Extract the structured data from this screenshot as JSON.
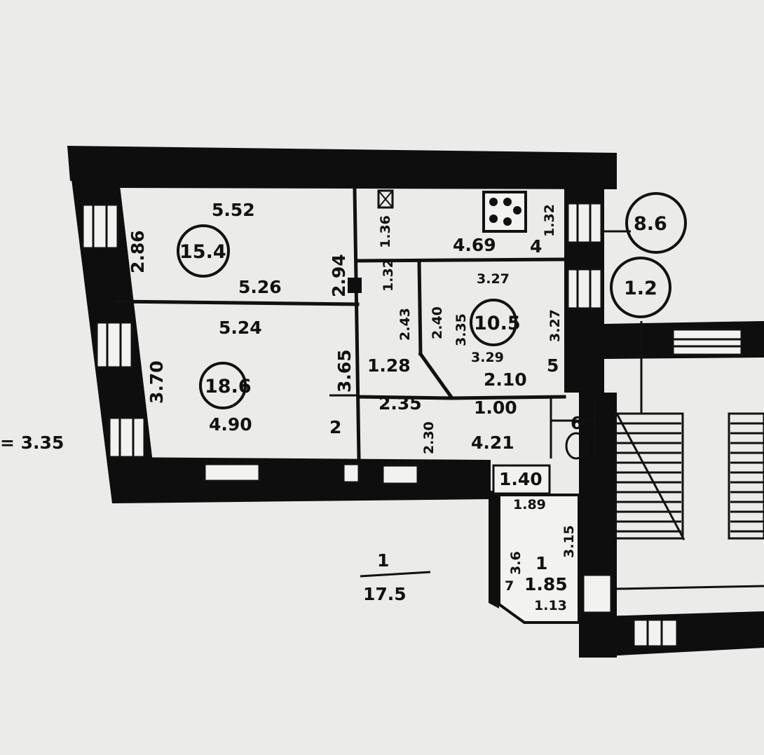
{
  "plan": {
    "total_label_top": "1",
    "total_label_bottom": "17.5",
    "height_label": "= 3.35"
  },
  "rooms": [
    {
      "id": "room-15-4",
      "area": "15.4",
      "dims": [
        "5.52",
        "5.26",
        "2.86",
        "2.94"
      ]
    },
    {
      "id": "room-18-6",
      "area": "18.6",
      "dims": [
        "5.24",
        "4.90",
        "3.70",
        "3.65"
      ]
    },
    {
      "id": "room-10-5",
      "area": "10.5",
      "dims": [
        "3.27",
        "3.29",
        "2.40",
        "3.35",
        "3.27",
        "2.10",
        "5"
      ]
    },
    {
      "id": "kitchen",
      "dims": [
        "4.69",
        "1.36",
        "1.32",
        "1.32",
        "4"
      ]
    },
    {
      "id": "corridor",
      "dims": [
        "2.43",
        "1.28",
        "2.35",
        "2.30",
        "4.21",
        "1.00",
        "2"
      ]
    },
    {
      "id": "bathroom",
      "dims": [
        "6",
        "1.40"
      ]
    },
    {
      "id": "annex",
      "area": "1",
      "dims": [
        "1.89",
        "3.15",
        "3.6",
        "7",
        "1.85",
        "1.13"
      ]
    }
  ],
  "circled": [
    {
      "id": "label-8-6",
      "text": "8.6"
    },
    {
      "id": "label-1-2",
      "text": "1.2"
    }
  ],
  "colors": {
    "paper": "#ebebe9",
    "ink": "#111111"
  }
}
